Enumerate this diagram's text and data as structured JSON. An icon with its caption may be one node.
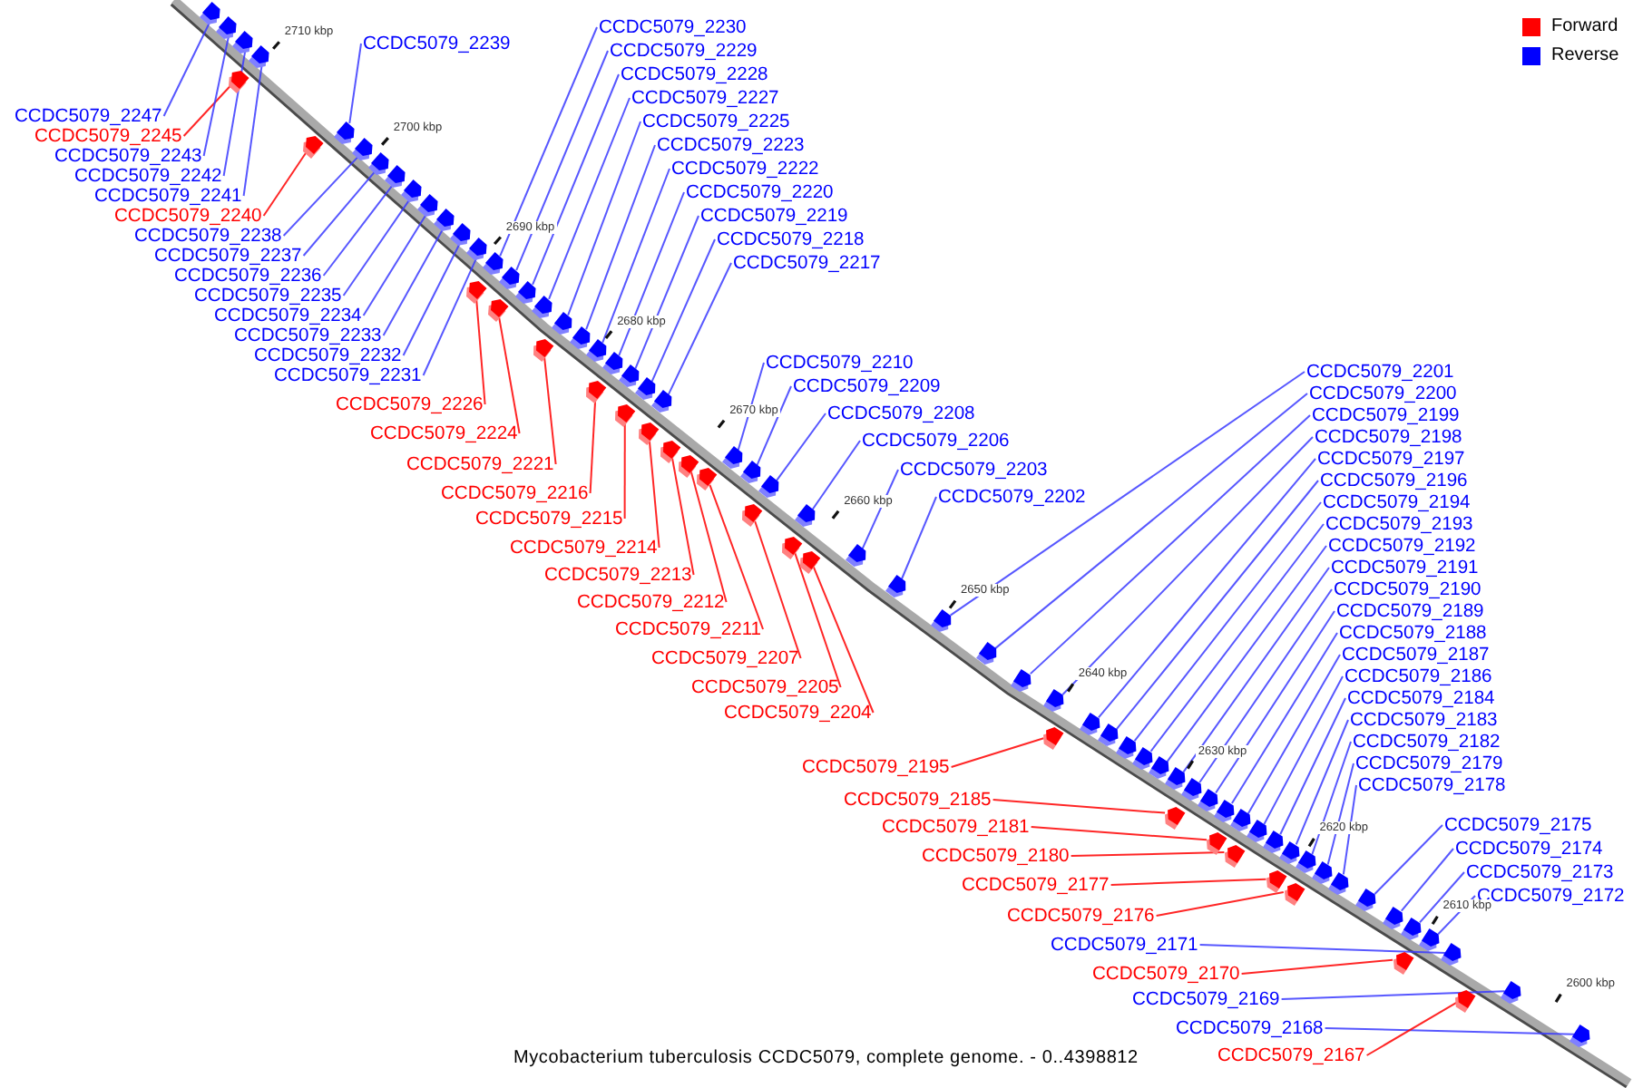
{
  "diagram": {
    "caption": "Mycobacterium tuberculosis CCDC5079, complete genome. - 0..4398812",
    "nodes": [
      {
        "text": [
          "CCDC5079_2247"
        ]
      },
      {
        "text": [
          "CCDC5079_2245"
        ]
      },
      {
        "text": [
          "CCDC5079_2243"
        ]
      },
      {
        "text": [
          "CCDC5079_2242"
        ]
      },
      {
        "text": [
          "CCDC5079_2241"
        ]
      },
      {
        "text": [
          "CCDC5079_2240"
        ]
      },
      {
        "text": [
          "CCDC5079_2238"
        ]
      },
      {
        "text": [
          "CCDC5079_2237"
        ]
      },
      {
        "text": [
          "CCDC5079_2236"
        ]
      },
      {
        "text": [
          "CCDC5079_2235"
        ]
      },
      {
        "text": [
          "CCDC5079_2234"
        ]
      },
      {
        "text": [
          "CCDC5079_2233"
        ]
      },
      {
        "text": [
          "CCDC5079_2232"
        ]
      },
      {
        "text": [
          "CCDC5079_2231"
        ]
      },
      {
        "text": [
          "CCDC5079_2239"
        ]
      },
      {
        "text": [
          "CCDC5079_2230"
        ]
      },
      {
        "text": [
          "CCDC5079_2229"
        ]
      },
      {
        "text": [
          "CCDC5079_2228"
        ]
      },
      {
        "text": [
          "CCDC5079_2227"
        ]
      },
      {
        "text": [
          "CCDC5079_2225"
        ]
      },
      {
        "text": [
          "CCDC5079_2223"
        ]
      },
      {
        "text": [
          "CCDC5079_2222"
        ]
      },
      {
        "text": [
          "CCDC5079_2220"
        ]
      },
      {
        "text": [
          "CCDC5079_2219"
        ]
      },
      {
        "text": [
          "CCDC5079_2218"
        ]
      },
      {
        "text": [
          "CCDC5079_2217"
        ]
      },
      {
        "text": [
          "CCDC5079_2210"
        ]
      },
      {
        "text": [
          "CCDC5079_2209"
        ]
      },
      {
        "text": [
          "CCDC5079_2208"
        ]
      },
      {
        "text": [
          "CCDC5079_2206"
        ]
      },
      {
        "text": [
          "CCDC5079_2203"
        ]
      },
      {
        "text": [
          "CCDC5079_2202"
        ]
      },
      {
        "text": [
          "CCDC5079_2201"
        ]
      },
      {
        "text": [
          "CCDC5079_2200"
        ]
      },
      {
        "text": [
          "CCDC5079_2199"
        ]
      },
      {
        "text": [
          "CCDC5079_2198"
        ]
      },
      {
        "text": [
          "CCDC5079_2197"
        ]
      },
      {
        "text": [
          "CCDC5079_2196"
        ]
      },
      {
        "text": [
          "CCDC5079_2194"
        ]
      },
      {
        "text": [
          "CCDC5079_2193"
        ]
      },
      {
        "text": [
          "CCDC5079_2192"
        ]
      },
      {
        "text": [
          "CCDC5079_2191"
        ]
      },
      {
        "text": [
          "CCDC5079_2190"
        ]
      },
      {
        "text": [
          "CCDC5079_2189"
        ]
      },
      {
        "text": [
          "CCDC5079_2188"
        ]
      },
      {
        "text": [
          "CCDC5079_2187"
        ]
      },
      {
        "text": [
          "CCDC5079_2186"
        ]
      },
      {
        "text": [
          "CCDC5079_2184"
        ]
      },
      {
        "text": [
          "CCDC5079_2183"
        ]
      },
      {
        "text": [
          "CCDC5079_2182"
        ]
      },
      {
        "text": [
          "CCDC5079_2179"
        ]
      },
      {
        "text": [
          "CCDC5079_2178"
        ]
      },
      {
        "text": [
          "CCDC5079_2175"
        ]
      },
      {
        "text": [
          "CCDC5079_2174"
        ]
      },
      {
        "text": [
          "CCDC5079_2173"
        ]
      },
      {
        "text": [
          "CCDC5079_2172"
        ]
      },
      {
        "text": [
          "CCDC5079_2226"
        ]
      },
      {
        "text": [
          "CCDC5079_2224"
        ]
      },
      {
        "text": [
          "CCDC5079_2221"
        ]
      },
      {
        "text": [
          "CCDC5079_2216"
        ]
      },
      {
        "text": [
          "CCDC5079_2215"
        ]
      },
      {
        "text": [
          "CCDC5079_2214"
        ]
      },
      {
        "text": [
          "CCDC5079_2213"
        ]
      },
      {
        "text": [
          "CCDC5079_2212"
        ]
      },
      {
        "text": [
          "CCDC5079_2211"
        ]
      },
      {
        "text": [
          "CCDC5079_2207"
        ]
      },
      {
        "text": [
          "CCDC5079_2205"
        ]
      },
      {
        "text": [
          "CCDC5079_2204"
        ]
      },
      {
        "text": [
          "CCDC5079_2195"
        ]
      },
      {
        "text": [
          "CCDC5079_2185"
        ]
      },
      {
        "text": [
          "CCDC5079_2181"
        ]
      },
      {
        "text": [
          "CCDC5079_2180"
        ]
      },
      {
        "text": [
          "CCDC5079_2177"
        ]
      },
      {
        "text": [
          "CCDC5079_2176"
        ]
      },
      {
        "text": [
          "CCDC5079_2171"
        ]
      },
      {
        "text": [
          "CCDC5079_2170"
        ]
      },
      {
        "text": [
          "CCDC5079_2169"
        ]
      },
      {
        "text": [
          "CCDC5079_2168"
        ]
      },
      {
        "text": [
          "CCDC5079_2167"
        ]
      },
      {
        "text": [],
        "shape": "box"
      },
      {
        "text": [],
        "shape": "box"
      },
      {
        "text": [],
        "shape": "box"
      },
      {
        "text": [],
        "shape": "box"
      },
      {
        "text": [],
        "shape": "box"
      },
      {
        "text": [],
        "shape": "box"
      },
      {
        "text": [],
        "shape": "box"
      },
      {
        "text": [],
        "shape": "box"
      },
      {
        "text": [],
        "shape": "box"
      },
      {
        "text": [],
        "shape": "box"
      },
      {
        "text": [],
        "shape": "box"
      },
      {
        "text": [],
        "shape": "box"
      },
      {
        "text": [],
        "shape": "box"
      },
      {
        "text": [],
        "shape": "box"
      },
      {
        "text": [],
        "shape": "box"
      },
      {
        "text": [],
        "shape": "box"
      },
      {
        "text": [],
        "shape": "box"
      },
      {
        "text": [],
        "shape": "box"
      },
      {
        "text": [],
        "shape": "box"
      },
      {
        "text": [],
        "shape": "box"
      },
      {
        "text": [],
        "shape": "box"
      },
      {
        "text": [],
        "shape": "box"
      },
      {
        "text": [],
        "shape": "box"
      },
      {
        "text": [],
        "shape": "box"
      },
      {
        "text": [],
        "shape": "box"
      },
      {
        "text": [],
        "shape": "box"
      },
      {
        "text": [],
        "shape": "box"
      },
      {
        "text": [],
        "shape": "box"
      },
      {
        "text": [],
        "shape": "box"
      },
      {
        "text": [],
        "shape": "box"
      },
      {
        "text": [],
        "shape": "box"
      },
      {
        "text": [],
        "shape": "box"
      },
      {
        "text": [],
        "shape": "box"
      },
      {
        "text": [],
        "shape": "box"
      },
      {
        "text": [],
        "shape": "box"
      },
      {
        "text": [],
        "shape": "box"
      },
      {
        "text": [],
        "shape": "box"
      },
      {
        "text": [],
        "shape": "box"
      },
      {
        "text": [],
        "shape": "box"
      },
      {
        "text": [],
        "shape": "box"
      },
      {
        "text": [],
        "shape": "box"
      },
      {
        "text": [],
        "shape": "box"
      },
      {
        "text": [],
        "shape": "box"
      },
      {
        "text": [],
        "shape": "box"
      },
      {
        "text": [],
        "shape": "box"
      },
      {
        "text": [],
        "shape": "box"
      },
      {
        "text": [],
        "shape": "box"
      },
      {
        "text": [],
        "shape": "box"
      },
      {
        "text": [],
        "shape": "box"
      },
      {
        "text": [],
        "shape": "box"
      },
      {
        "text": [],
        "shape": "box"
      },
      {
        "text": [],
        "shape": "box"
      },
      {
        "text": [],
        "shape": "box"
      },
      {
        "text": [],
        "shape": "box"
      },
      {
        "text": [],
        "shape": "box"
      },
      {
        "text": [],
        "shape": "box"
      },
      {
        "text": [],
        "shape": "box"
      },
      {
        "text": [],
        "shape": "box"
      },
      {
        "text": [],
        "shape": "box"
      },
      {
        "text": [],
        "shape": "box"
      },
      {
        "text": [],
        "shape": "box"
      },
      {
        "text": [],
        "shape": "box"
      },
      {
        "text": [],
        "shape": "box"
      },
      {
        "text": [],
        "shape": "box"
      },
      {
        "text": [],
        "shape": "box"
      },
      {
        "text": [],
        "shape": "box"
      },
      {
        "text": [],
        "shape": "box"
      },
      {
        "text": [],
        "shape": "box"
      },
      {
        "text": [],
        "shape": "box"
      },
      {
        "text": [],
        "shape": "box"
      },
      {
        "text": [],
        "shape": "box"
      },
      {
        "text": [],
        "shape": "box"
      },
      {
        "text": [],
        "shape": "box"
      },
      {
        "text": [],
        "shape": "box"
      },
      {
        "text": [],
        "shape": "box"
      },
      {
        "text": [],
        "shape": "box"
      },
      {
        "text": [],
        "shape": "box"
      },
      {
        "text": [],
        "shape": "box"
      },
      {
        "text": [],
        "shape": "box"
      }
    ],
    "edges": [
      {
        "from": 0,
        "to": 79,
        "arrow": "none"
      },
      {
        "from": 1,
        "to": 82,
        "arrow": "none",
        "color": "#ff0000"
      },
      {
        "from": 2,
        "to": 80,
        "arrow": "none"
      },
      {
        "from": 3,
        "to": 81,
        "arrow": "none"
      },
      {
        "from": 4,
        "to": 83,
        "arrow": "none"
      },
      {
        "from": 5,
        "to": 84,
        "arrow": "none",
        "color": "#ff0000"
      },
      {
        "from": 6,
        "to": 86,
        "arrow": "none"
      },
      {
        "from": 7,
        "to": 87,
        "arrow": "none"
      },
      {
        "from": 8,
        "to": 88,
        "arrow": "none"
      },
      {
        "from": 9,
        "to": 89,
        "arrow": "none"
      },
      {
        "from": 10,
        "to": 90,
        "arrow": "none"
      },
      {
        "from": 11,
        "to": 91,
        "arrow": "none"
      },
      {
        "from": 12,
        "to": 92,
        "arrow": "none"
      },
      {
        "from": 13,
        "to": 93,
        "arrow": "none"
      },
      {
        "from": 14,
        "to": 85,
        "arrow": "none"
      },
      {
        "from": 15,
        "to": 94,
        "arrow": "none"
      },
      {
        "from": 16,
        "to": 96,
        "arrow": "none"
      },
      {
        "from": 17,
        "to": 98,
        "arrow": "none"
      },
      {
        "from": 18,
        "to": 99,
        "arrow": "none"
      },
      {
        "from": 19,
        "to": 101,
        "arrow": "none"
      },
      {
        "from": 20,
        "to": 102,
        "arrow": "none"
      },
      {
        "from": 21,
        "to": 103,
        "arrow": "none"
      },
      {
        "from": 22,
        "to": 104,
        "arrow": "none"
      },
      {
        "from": 23,
        "to": 106,
        "arrow": "none"
      },
      {
        "from": 24,
        "to": 108,
        "arrow": "none"
      },
      {
        "from": 25,
        "to": 109,
        "arrow": "none"
      },
      {
        "from": 26,
        "to": 114,
        "arrow": "none"
      },
      {
        "from": 27,
        "to": 115,
        "arrow": "none"
      },
      {
        "from": 28,
        "to": 116,
        "arrow": "none"
      },
      {
        "from": 29,
        "to": 118,
        "arrow": "none"
      },
      {
        "from": 30,
        "to": 121,
        "arrow": "none"
      },
      {
        "from": 31,
        "to": 122,
        "arrow": "none"
      },
      {
        "from": 32,
        "to": 123,
        "arrow": "none"
      },
      {
        "from": 33,
        "to": 124,
        "arrow": "none"
      },
      {
        "from": 34,
        "to": 125,
        "arrow": "none"
      },
      {
        "from": 35,
        "to": 126,
        "arrow": "none"
      },
      {
        "from": 36,
        "to": 128,
        "arrow": "none"
      },
      {
        "from": 37,
        "to": 129,
        "arrow": "none"
      },
      {
        "from": 38,
        "to": 130,
        "arrow": "none"
      },
      {
        "from": 39,
        "to": 131,
        "arrow": "none"
      },
      {
        "from": 40,
        "to": 132,
        "arrow": "none"
      },
      {
        "from": 41,
        "to": 133,
        "arrow": "none"
      },
      {
        "from": 42,
        "to": 135,
        "arrow": "none"
      },
      {
        "from": 43,
        "to": 136,
        "arrow": "none"
      },
      {
        "from": 44,
        "to": 137,
        "arrow": "none"
      },
      {
        "from": 45,
        "to": 139,
        "arrow": "none"
      },
      {
        "from": 46,
        "to": 141,
        "arrow": "none"
      },
      {
        "from": 47,
        "to": 142,
        "arrow": "none"
      },
      {
        "from": 48,
        "to": 143,
        "arrow": "none"
      },
      {
        "from": 49,
        "to": 145,
        "arrow": "none"
      },
      {
        "from": 50,
        "to": 147,
        "arrow": "none"
      },
      {
        "from": 51,
        "to": 148,
        "arrow": "none"
      },
      {
        "from": 52,
        "to": 149,
        "arrow": "none"
      },
      {
        "from": 53,
        "to": 150,
        "arrow": "none"
      },
      {
        "from": 54,
        "to": 151,
        "arrow": "none"
      },
      {
        "from": 55,
        "to": 153,
        "arrow": "none"
      },
      {
        "from": 56,
        "to": 95,
        "arrow": "none",
        "color": "#ff0000"
      },
      {
        "from": 57,
        "to": 97,
        "arrow": "none",
        "color": "#ff0000"
      },
      {
        "from": 58,
        "to": 100,
        "arrow": "none",
        "color": "#ff0000"
      },
      {
        "from": 59,
        "to": 105,
        "arrow": "none",
        "color": "#ff0000"
      },
      {
        "from": 60,
        "to": 107,
        "arrow": "none",
        "color": "#ff0000"
      },
      {
        "from": 61,
        "to": 110,
        "arrow": "none",
        "color": "#ff0000"
      },
      {
        "from": 62,
        "to": 111,
        "arrow": "none",
        "color": "#ff0000"
      },
      {
        "from": 63,
        "to": 112,
        "arrow": "none",
        "color": "#ff0000"
      },
      {
        "from": 64,
        "to": 113,
        "arrow": "none",
        "color": "#ff0000"
      },
      {
        "from": 65,
        "to": 117,
        "arrow": "none",
        "color": "#ff0000"
      },
      {
        "from": 66,
        "to": 119,
        "arrow": "none",
        "color": "#ff0000"
      },
      {
        "from": 67,
        "to": 120,
        "arrow": "none",
        "color": "#ff0000"
      },
      {
        "from": 68,
        "to": 127,
        "arrow": "none",
        "color": "#ff0000"
      },
      {
        "from": 69,
        "to": 134,
        "arrow": "none",
        "color": "#ff0000"
      },
      {
        "from": 70,
        "to": 138,
        "arrow": "none",
        "color": "#ff0000"
      },
      {
        "from": 71,
        "to": 140,
        "arrow": "none",
        "color": "#ff0000"
      },
      {
        "from": 72,
        "to": 144,
        "arrow": "none",
        "color": "#ff0000"
      },
      {
        "from": 73,
        "to": 146,
        "arrow": "none",
        "color": "#ff0000"
      },
      {
        "from": 74,
        "to": 154,
        "arrow": "none"
      },
      {
        "from": 75,
        "to": 152,
        "arrow": "none",
        "color": "#ff0000"
      },
      {
        "from": 76,
        "to": 156,
        "arrow": "none"
      },
      {
        "from": 77,
        "to": 157,
        "arrow": "none"
      },
      {
        "from": 78,
        "to": 155,
        "arrow": "none",
        "color": "#ff0000"
      }
    ],
    "labels": [
      "2710 kbp",
      "2700 kbp",
      "2690 kbp",
      "2680 kbp",
      "2670 kbp",
      "2660 kbp",
      "2650 kbp",
      "2640 kbp",
      "2630 kbp",
      "2620 kbp",
      "2610 kbp",
      "2600 kbp"
    ],
    "legend": [
      {
        "text": "Forward",
        "color": "#ff0000"
      },
      {
        "text": "Reverse",
        "color": "#0000ff"
      }
    ]
  }
}
